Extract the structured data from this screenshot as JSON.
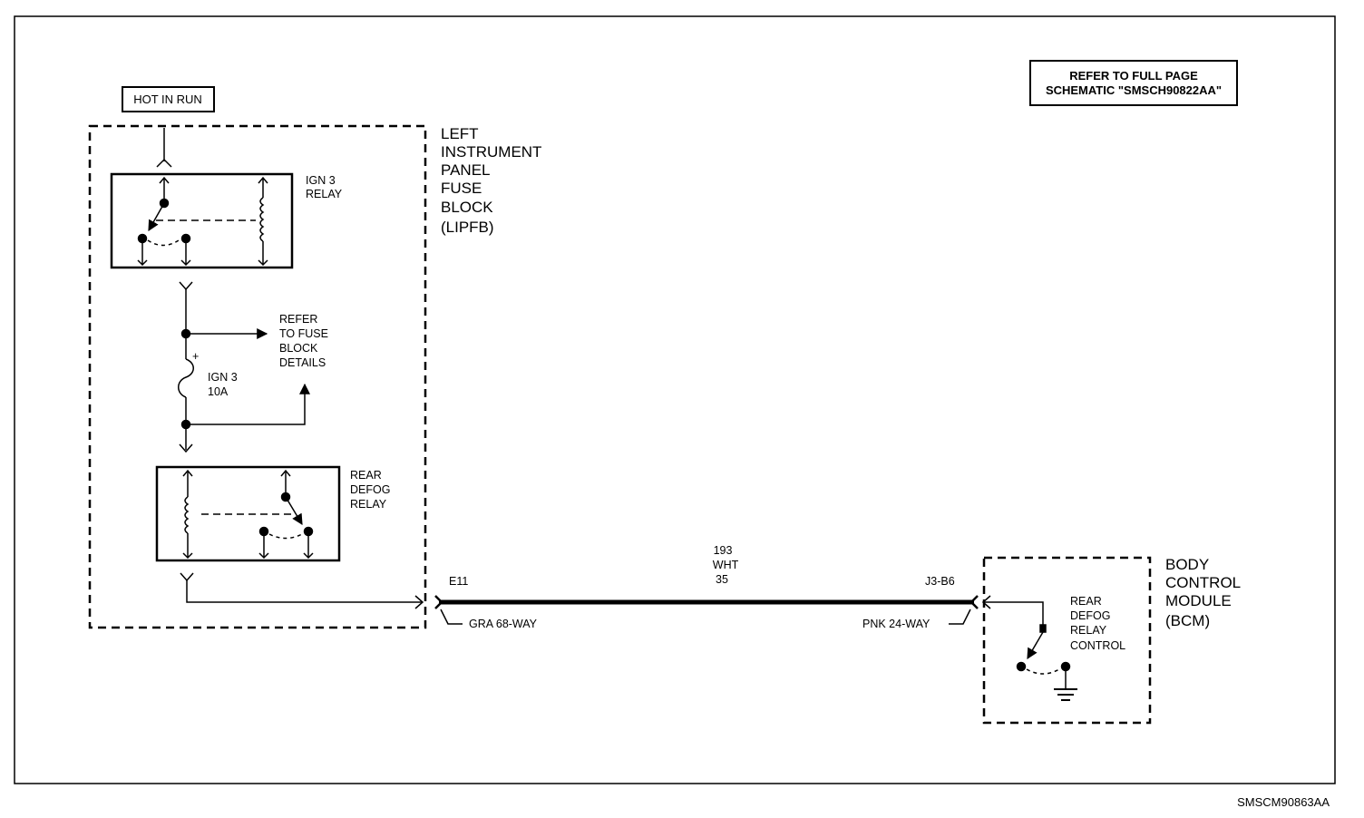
{
  "hot_label": "HOT IN RUN",
  "refer_box": {
    "line1": "REFER TO FULL PAGE",
    "line2": "SCHEMATIC \"SMSCH90822AA\""
  },
  "lipfb": {
    "title_lines": [
      "LEFT",
      "INSTRUMENT",
      "PANEL",
      "FUSE",
      "BLOCK",
      "(LIPFB)"
    ],
    "ign3_relay_lines": [
      "IGN 3",
      "RELAY"
    ],
    "refer_fuse_lines": [
      "REFER",
      "TO FUSE",
      "BLOCK",
      "DETAILS"
    ],
    "fuse_lines": [
      "IGN 3",
      "10A"
    ],
    "rear_defog_relay_lines": [
      "REAR",
      "DEFOG",
      "RELAY"
    ]
  },
  "wire": {
    "circuit": "193",
    "color": "WHT",
    "size": "35",
    "left_pin": "E11",
    "left_connector": "GRA 68-WAY",
    "right_pin": "J3-B6",
    "right_connector": "PNK 24-WAY"
  },
  "bcm": {
    "title_lines": [
      "BODY",
      "CONTROL",
      "MODULE",
      "(BCM)"
    ],
    "switch_lines": [
      "REAR",
      "DEFOG",
      "RELAY",
      "CONTROL"
    ]
  },
  "figure_id": "SMSCM90863AA"
}
